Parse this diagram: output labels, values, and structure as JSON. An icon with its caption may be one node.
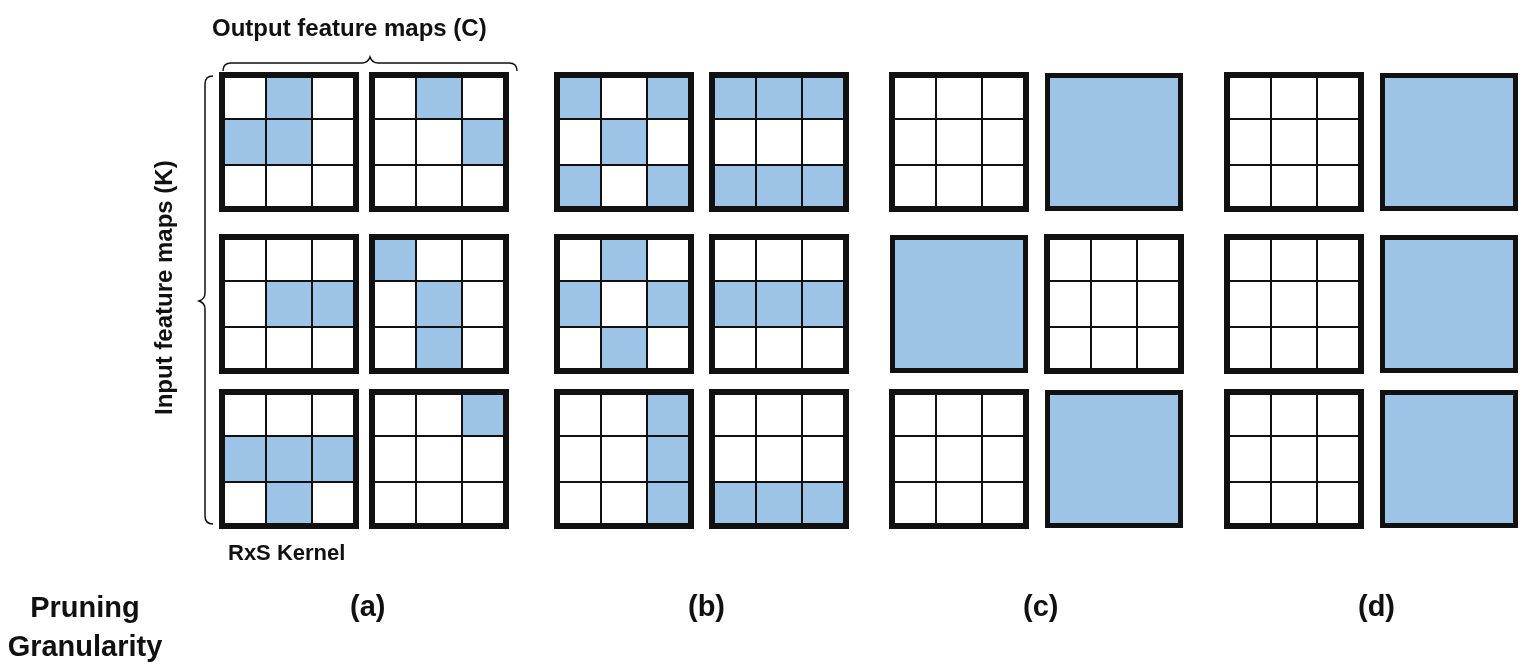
{
  "diagram": {
    "labels": [
      "Output feature maps (C)",
      "Input feature maps (K)",
      "RxS Kernel",
      "Pruning Granularity",
      "(a)",
      "(b)",
      "(c)",
      "(d)"
    ]
  }
}
